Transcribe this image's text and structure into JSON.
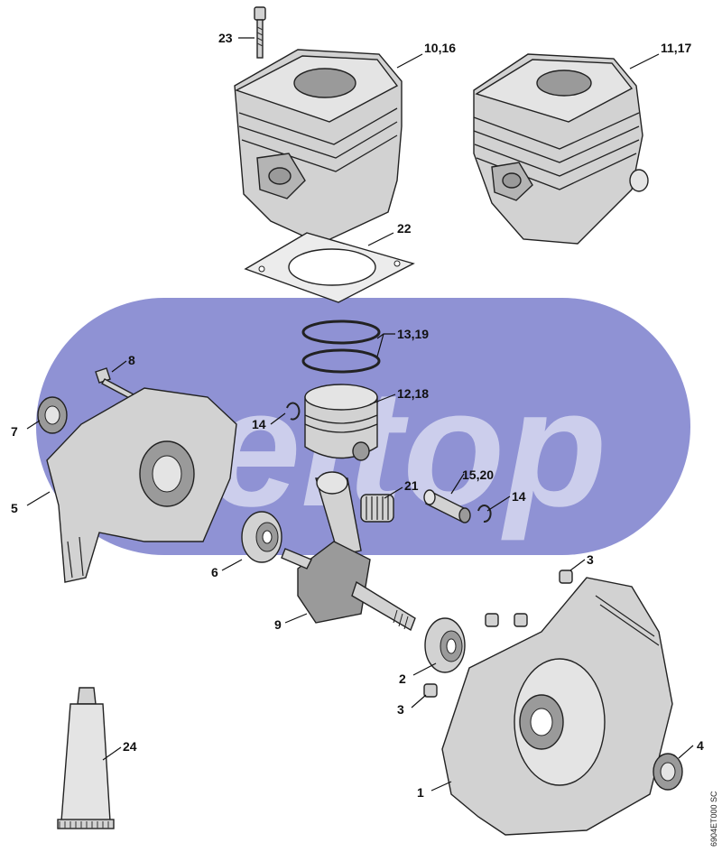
{
  "diagram": {
    "watermark": "seltop",
    "code": "6904ET000 SC",
    "colors": {
      "watermark_band": "#8f92d4",
      "watermark_text": "#ffffff",
      "part_fill": "#d2d2d2",
      "part_dark": "#9a9a9a",
      "line": "#111111"
    },
    "callouts": {
      "c1": "1",
      "c2": "2",
      "c3a": "3",
      "c3b": "3",
      "c4": "4",
      "c5": "5",
      "c6": "6",
      "c7": "7",
      "c8": "8",
      "c9": "9",
      "c10_16": "10,16",
      "c11_17": "11,17",
      "c12_18": "12,18",
      "c13_19": "13,19",
      "c14a": "14",
      "c14b": "14",
      "c15_20": "15,20",
      "c21": "21",
      "c22": "22",
      "c23": "23",
      "c24": "24"
    }
  }
}
